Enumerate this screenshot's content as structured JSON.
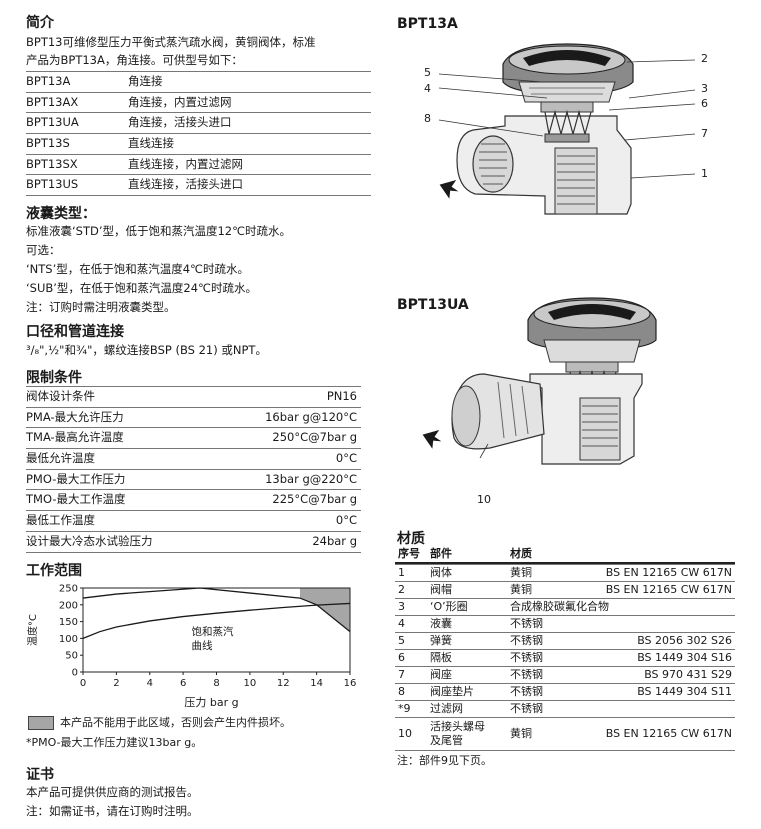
{
  "intro": {
    "heading": "简介",
    "text_lines": [
      "BPT13可维修型压力平衡式蒸汽疏水阀，黄铜阀体，标准",
      "产品为BPT13A，角连接。可供型号如下："
    ],
    "models": [
      {
        "model": "BPT13A",
        "desc": "角连接"
      },
      {
        "model": "BPT13AX",
        "desc": "角连接，内置过滤网"
      },
      {
        "model": "BPT13UA",
        "desc": "角连接，活接头进口"
      },
      {
        "model": "BPT13S",
        "desc": "直线连接"
      },
      {
        "model": "BPT13SX",
        "desc": "直线连接，内置过滤网"
      },
      {
        "model": "BPT13US",
        "desc": "直线连接，活接头进口"
      }
    ]
  },
  "capsule": {
    "heading": "液囊类型：",
    "lines": [
      "标准液囊‘STD’型，低于饱和蒸汽温度12℃时疏水。",
      "可选：",
      "‘NTS’型，在低于饱和蒸汽温度4℃时疏水。",
      "‘SUB’型，在低于饱和蒸汽温度24℃时疏水。",
      "注：订购时需注明液囊类型。"
    ]
  },
  "connections": {
    "heading": "口径和管道连接",
    "text": "³/₈\",½\"和¾\"，螺纹连接BSP (BS 21) 或NPT。"
  },
  "limits": {
    "heading": "限制条件",
    "rows": [
      {
        "label": "阀体设计条件",
        "value": "PN16"
      },
      {
        "label": "PMA-最大允许压力",
        "value": "16bar g@120°C"
      },
      {
        "label": "TMA-最高允许温度",
        "value": "250°C@7bar g"
      },
      {
        "label": "最低允许温度",
        "value": "0°C"
      },
      {
        "label": "PMO-最大工作压力",
        "value": "13bar g@220°C"
      },
      {
        "label": "TMO-最大工作温度",
        "value": "225°C@7bar g"
      },
      {
        "label": "最低工作温度",
        "value": "0°C"
      },
      {
        "label": "设计最大冷态水试验压力",
        "value": "24bar g"
      }
    ]
  },
  "range": {
    "heading": "工作范围",
    "legend_text": "本产品不能用于此区域，否则会产生内件损坏。",
    "footnote": "*PMO-最大工作压力建议13bar g。"
  },
  "chart_data": {
    "type": "area",
    "title": "",
    "xlabel": "压力 bar g",
    "ylabel": "温度°C",
    "xlim": [
      0,
      16
    ],
    "ylim": [
      0,
      250
    ],
    "x_ticks": [
      "0",
      "2",
      "4",
      "6",
      "8",
      "10",
      "12",
      "14",
      "16"
    ],
    "y_ticks": [
      "0",
      "50",
      "100",
      "150",
      "200",
      "250"
    ],
    "curve_label_lines": [
      "饱和蒸汽",
      "曲线"
    ],
    "saturation_curve": [
      {
        "x": 0,
        "y": 100
      },
      {
        "x": 1,
        "y": 120
      },
      {
        "x": 2,
        "y": 134
      },
      {
        "x": 4,
        "y": 152
      },
      {
        "x": 6,
        "y": 165
      },
      {
        "x": 8,
        "y": 175
      },
      {
        "x": 10,
        "y": 184
      },
      {
        "x": 12,
        "y": 192
      },
      {
        "x": 14,
        "y": 199
      },
      {
        "x": 16,
        "y": 204
      }
    ],
    "upper_limit": [
      {
        "x": 0,
        "y": 220
      },
      {
        "x": 2,
        "y": 232
      },
      {
        "x": 7,
        "y": 250
      },
      {
        "x": 13,
        "y": 220
      },
      {
        "x": 14,
        "y": 200
      },
      {
        "x": 16,
        "y": 120
      }
    ],
    "gray_region": [
      {
        "x": 13,
        "y": 250
      },
      {
        "x": 16,
        "y": 250
      },
      {
        "x": 16,
        "y": 120
      },
      {
        "x": 14,
        "y": 200
      },
      {
        "x": 13,
        "y": 220
      }
    ],
    "colors": {
      "region": "#a6a6a6",
      "line": "#1a1a1a"
    }
  },
  "certificate": {
    "heading": "证书",
    "lines": [
      "本产品可提供供应商的测试报告。",
      "注：如需证书，请在订购时注明。"
    ]
  },
  "figures": {
    "fig1_title": "BPT13A",
    "fig2_title": "BPT13UA",
    "fig1_callouts": [
      "5",
      "4",
      "8",
      "2",
      "3",
      "6",
      "7",
      "1"
    ],
    "fig2_callouts": [
      "10"
    ]
  },
  "materials": {
    "heading": "材质",
    "columns": [
      "序号",
      "部件",
      "材质"
    ],
    "rows": [
      {
        "no": "1",
        "part": "阀体",
        "mat": "黄铜",
        "std": "BS EN 12165 CW 617N"
      },
      {
        "no": "2",
        "part": "阀帽",
        "mat": "黄铜",
        "std": "BS EN 12165 CW 617N"
      },
      {
        "no": "3",
        "part": "‘O’形圈",
        "mat": "合成橡胶碳氟化合物",
        "std": ""
      },
      {
        "no": "4",
        "part": "液囊",
        "mat": "不锈钢",
        "std": ""
      },
      {
        "no": "5",
        "part": "弹簧",
        "mat": "不锈钢",
        "std": "BS 2056 302 S26"
      },
      {
        "no": "6",
        "part": "隔板",
        "mat": "不锈钢",
        "std": "BS 1449 304 S16"
      },
      {
        "no": "7",
        "part": "阀座",
        "mat": "不锈钢",
        "std": "BS 970 431 S29"
      },
      {
        "no": "8",
        "part": "阀座垫片",
        "mat": "不锈钢",
        "std": "BS 1449 304 S11"
      },
      {
        "no": "*9",
        "part": "过滤网",
        "mat": "不锈钢",
        "std": ""
      }
    ],
    "last_row": {
      "no": "10",
      "part_lines": [
        "活接头螺母",
        "及尾管"
      ],
      "mat": "黄铜",
      "std": "BS EN 12165 CW 617N"
    },
    "note": "注：部件9见下页。"
  }
}
